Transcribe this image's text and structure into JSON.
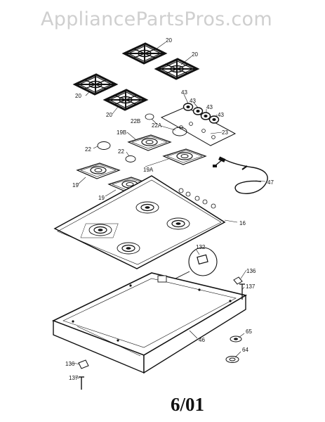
{
  "watermark": "AppliancePartsPros.com",
  "date_code": "6/01",
  "callouts": {
    "grate_a": "20",
    "grate_b": "20",
    "grate_c": "20",
    "grate_d": "20",
    "knob_1": "43",
    "knob_2": "43",
    "knob_3": "43",
    "knob_4": "43",
    "panel": "23",
    "cap_small_a": "22B",
    "cap_large": "22A",
    "cap_left": "22",
    "cap_mid": "22",
    "pan_19b": "19B",
    "pan_19a": "19A",
    "pan_19_top": "19",
    "pan_19_bottom": "19",
    "cord": "47",
    "cooktop": "16",
    "module": "132",
    "bracket_right": "136",
    "screw_right": "137",
    "box": "46",
    "part_65": "65",
    "part_64": "64",
    "bracket_left": "136",
    "screw_left": "137"
  }
}
